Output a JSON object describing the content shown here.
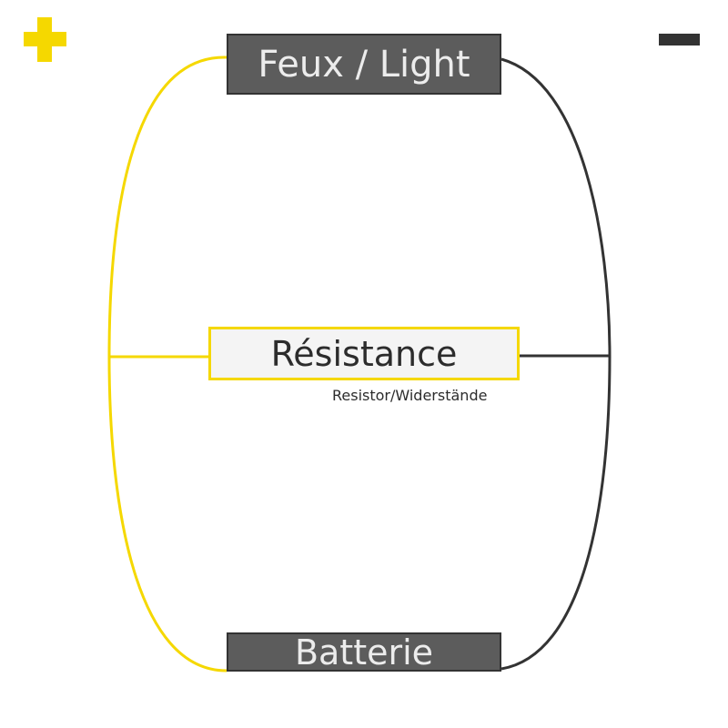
{
  "labels": {
    "light": "Feux / Light",
    "resistance": "Résistance",
    "resistance_sub": "Resistor/Widerstände",
    "battery": "Batterie"
  },
  "symbols": {
    "positive": "plus-icon",
    "negative": "minus-icon"
  },
  "colors": {
    "positive_wire": "#f5d800",
    "negative_wire": "#333333",
    "box_dark": "#5c5c5c"
  }
}
